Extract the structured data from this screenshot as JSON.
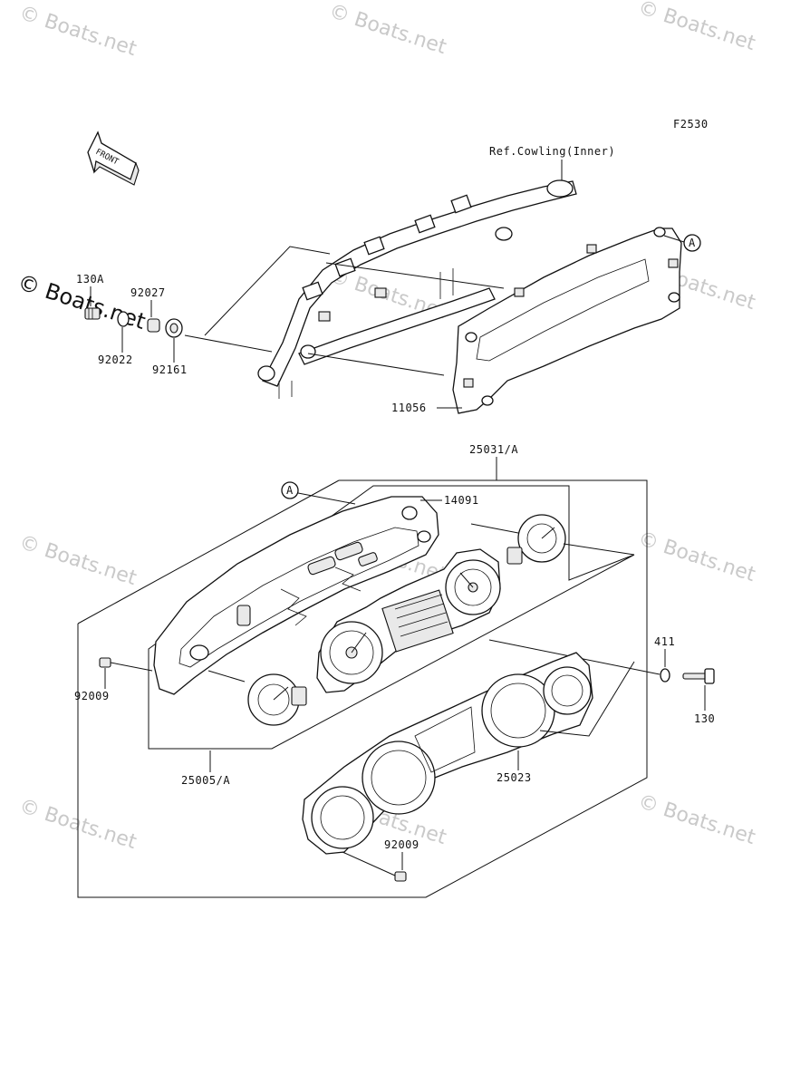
{
  "diagram": {
    "code": "F2530",
    "front_label": "FRONT",
    "reference_label": "Ref.Cowling(Inner)",
    "marker_a": "A",
    "parts": [
      {
        "id": "130A"
      },
      {
        "id": "92027"
      },
      {
        "id": "92022"
      },
      {
        "id": "92161"
      },
      {
        "id": "11056"
      },
      {
        "id": "25031/A"
      },
      {
        "id": "14091"
      },
      {
        "id": "92009"
      },
      {
        "id": "411"
      },
      {
        "id": "130"
      },
      {
        "id": "25005/A"
      },
      {
        "id": "25023"
      },
      {
        "id": "92009"
      }
    ]
  },
  "watermark": {
    "text": "© Boats.net"
  }
}
